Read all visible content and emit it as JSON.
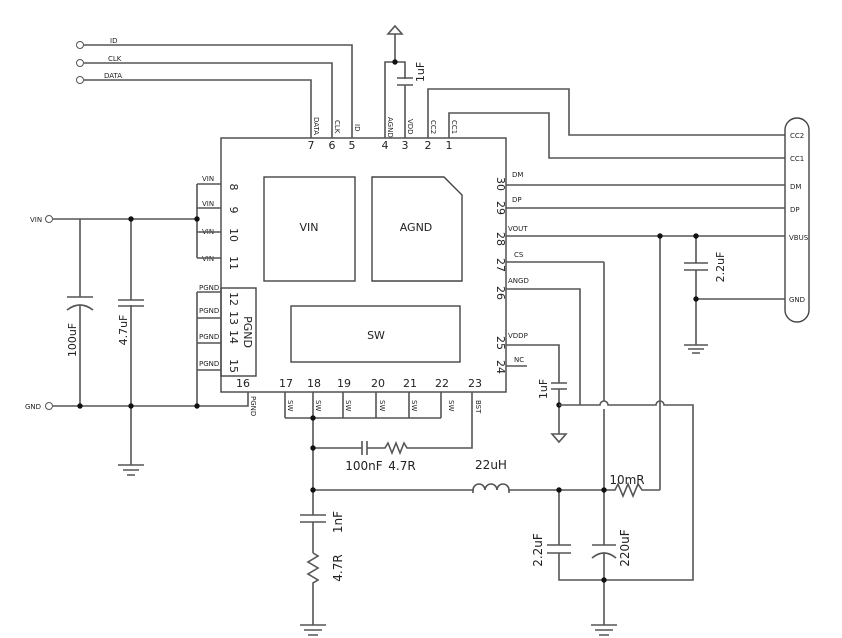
{
  "chip": {
    "pads": {
      "vin": "VIN",
      "agnd": "AGND",
      "sw": "SW",
      "pgnd": "PGND"
    },
    "top_pins": [
      {
        "num": "7",
        "name": "DATA"
      },
      {
        "num": "6",
        "name": "CLK"
      },
      {
        "num": "5",
        "name": "ID"
      },
      {
        "num": "4",
        "name": "AGND"
      },
      {
        "num": "3",
        "name": "VDD"
      },
      {
        "num": "2",
        "name": "CC2"
      },
      {
        "num": "1",
        "name": "CC1"
      }
    ],
    "left_pins": [
      {
        "num": "8",
        "name": "VIN"
      },
      {
        "num": "9",
        "name": "VIN"
      },
      {
        "num": "10",
        "name": "VIN"
      },
      {
        "num": "11",
        "name": "VIN"
      },
      {
        "num": "12",
        "name": "PGND"
      },
      {
        "num": "13",
        "name": "PGND"
      },
      {
        "num": "14",
        "name": "PGND"
      },
      {
        "num": "15",
        "name": "PGND"
      }
    ],
    "right_pins": [
      {
        "num": "30",
        "name": "DM"
      },
      {
        "num": "29",
        "name": "DP"
      },
      {
        "num": "28",
        "name": "VOUT"
      },
      {
        "num": "27",
        "name": "CS"
      },
      {
        "num": "26",
        "name": "ANGD"
      },
      {
        "num": "25",
        "name": "VDDP"
      },
      {
        "num": "24",
        "name": "NC"
      }
    ],
    "bottom_pins": [
      {
        "num": "16",
        "name": "PGND"
      },
      {
        "num": "17",
        "name": "SW"
      },
      {
        "num": "18",
        "name": "SW"
      },
      {
        "num": "19",
        "name": "SW"
      },
      {
        "num": "20",
        "name": "SW"
      },
      {
        "num": "21",
        "name": "SW"
      },
      {
        "num": "22",
        "name": "SW"
      },
      {
        "num": "23",
        "name": "BST"
      }
    ]
  },
  "nets": {
    "id": "ID",
    "clk": "CLK",
    "data": "DATA",
    "vin": "VIN",
    "gnd": "GND"
  },
  "connector": {
    "pins": [
      "CC2",
      "CC1",
      "DM",
      "DP",
      "VBUS",
      "GND"
    ]
  },
  "components": {
    "c_vdd": "1uF",
    "c_vbus": "2.2uF",
    "c_vddp": "1uF",
    "c_in_bulk": "100uF",
    "c_in": "4.7uF",
    "c_bst": "100nF",
    "r_bst": "4.7R",
    "inductor": "22uH",
    "r_sense": "10mR",
    "c_snub": "1nF",
    "r_snub": "4.7R",
    "c_out": "2.2uF",
    "c_out_bulk": "220uF"
  }
}
